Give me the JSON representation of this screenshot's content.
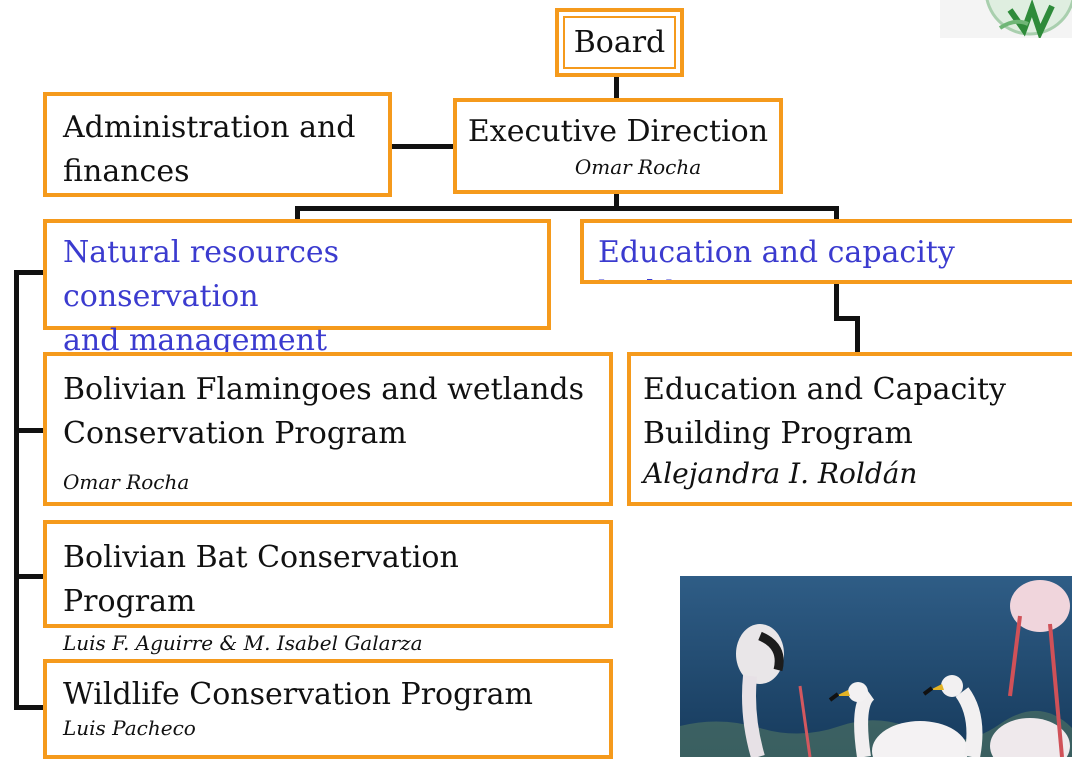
{
  "board": {
    "label": "Board"
  },
  "admin": {
    "label": "Administration and\nfinances"
  },
  "executive": {
    "title": "Executive Direction",
    "person": "Omar Rocha"
  },
  "departments": {
    "natural": "Natural resources conservation\nand management",
    "education": "Education and capacity building"
  },
  "programs": {
    "flamingo": {
      "title": "Bolivian Flamingoes and wetlands\nConservation Program",
      "person": "Omar Rocha"
    },
    "bat": {
      "title": "Bolivian Bat Conservation Program",
      "person": "Luis F. Aguirre & M. Isabel Galarza"
    },
    "wildlife": {
      "title": "Wildlife Conservation Program",
      "person": "Luis Pacheco"
    },
    "education": {
      "title": "Education and Capacity\nBuilding Program",
      "person": "Alejandra I. Roldán"
    }
  },
  "colors": {
    "border": "#f59a1c",
    "department_text": "#3b3bcf",
    "connector": "#111111"
  },
  "images": {
    "photo": "flamingos-photo",
    "logo": "organization-logo"
  }
}
